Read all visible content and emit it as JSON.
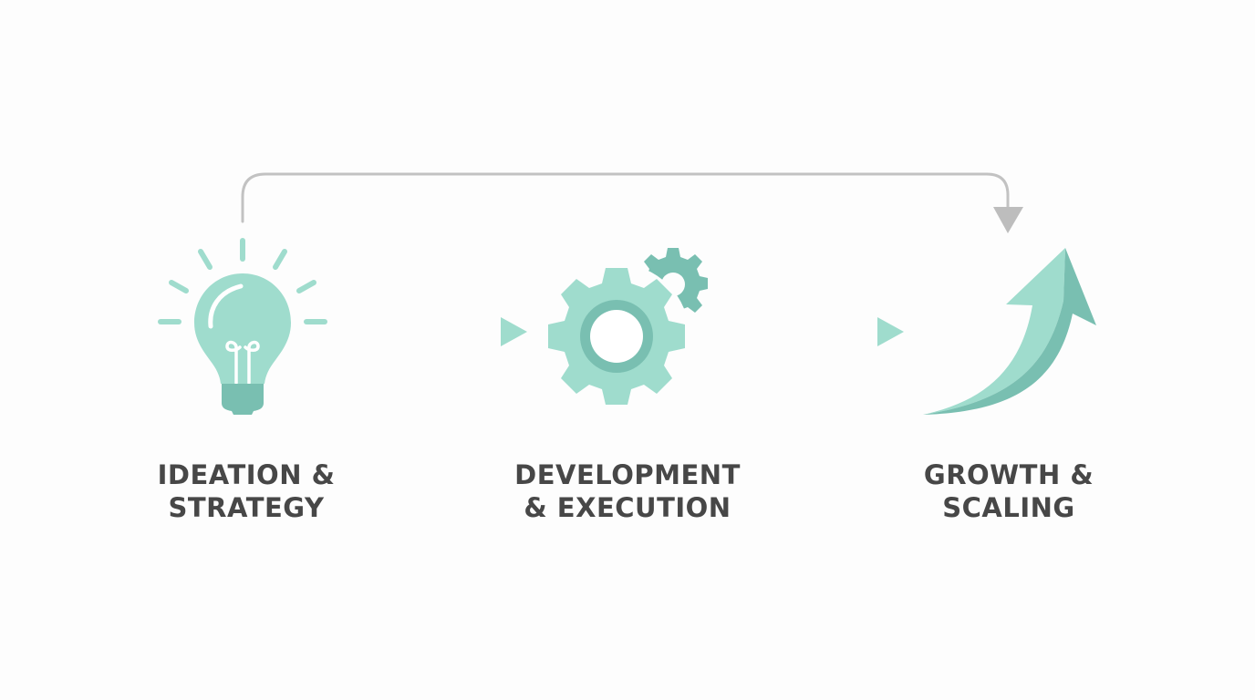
{
  "diagram": {
    "type": "process-flow",
    "stages": [
      {
        "id": "ideation",
        "icon": "lightbulb-icon",
        "label_lines": [
          "IDEATION &",
          "STRATEGY"
        ]
      },
      {
        "id": "development",
        "icon": "gears-icon",
        "label_lines": [
          "DEVELOPMENT",
          "& EXECUTION"
        ]
      },
      {
        "id": "growth",
        "icon": "trend-up-arrow-icon",
        "label_lines": [
          "GROWTH &",
          "SCALING"
        ]
      }
    ],
    "connections": [
      {
        "from": "ideation",
        "to": "development",
        "style": "straight-arrow"
      },
      {
        "from": "development",
        "to": "growth",
        "style": "straight-arrow"
      },
      {
        "from": "ideation",
        "to": "growth",
        "style": "overhead-bypass-arrow"
      }
    ]
  },
  "colors": {
    "background": "#fdfdfd",
    "teal_light": "#9fdccd",
    "teal_dark": "#79bfb1",
    "connector_gray": "#c2c2c2",
    "label_text": "#474747"
  }
}
